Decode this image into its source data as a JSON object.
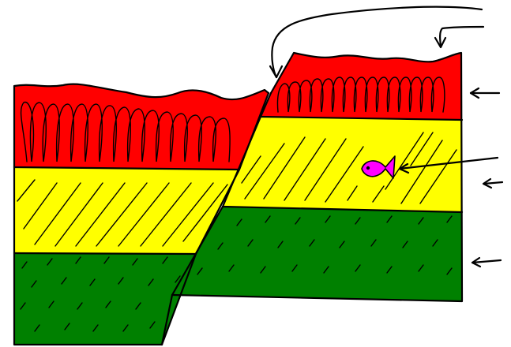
{
  "diagram": {
    "kind": "normal-fault cross-section",
    "layers": [
      {
        "id": "top",
        "fill": "#ff0000",
        "pattern": "loops"
      },
      {
        "id": "middle",
        "fill": "#ffff00",
        "pattern": "diagonal-hatch"
      },
      {
        "id": "bottom",
        "fill": "#008000",
        "pattern": "dashes"
      }
    ],
    "fossil": {
      "icon": "fish-icon",
      "color": "#ff00ff"
    },
    "colors": {
      "stroke": "#000000",
      "background": "#ffffff"
    }
  }
}
